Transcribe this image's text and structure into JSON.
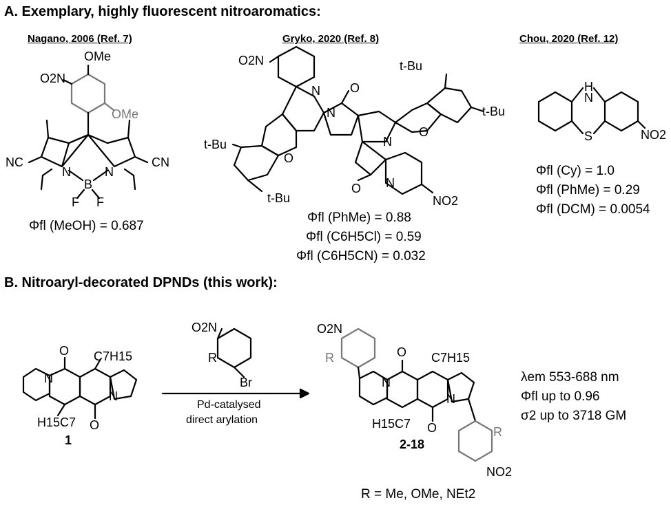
{
  "section_a": {
    "title": "A. Exemplary, highly fluorescent nitroaromatics:",
    "ref1": "Nagano, 2006 (Ref. 7)",
    "ref2": "Gryko, 2020 (Ref. 8)",
    "ref3": "Chou, 2020 (Ref. 12)",
    "c1": {
      "ome_top": "OMe",
      "no2": "O2N",
      "ome_side": "OMe",
      "nc": "NC",
      "cn": "CN",
      "n1": "N",
      "n2": "N",
      "b": "B",
      "f1": "F",
      "f2": "F",
      "phi": "Φfl (MeOH) = 0.687"
    },
    "c2": {
      "no2_top": "O2N",
      "n_top": "N",
      "n_center": "N",
      "o_top": "O",
      "tbu1": "t-Bu",
      "tbu2": "t-Bu",
      "tbu3": "t-Bu",
      "tbu4": "t-Bu",
      "o_furan1": "O",
      "o_furan2": "O",
      "o_bottom": "O",
      "n_center2": "N",
      "n_bottom": "N",
      "no2_bottom": "NO2",
      "phi1": "Φfl (PhMe) = 0.88",
      "phi2": "Φfl (C6H5Cl) = 0.59",
      "phi3": "Φfl (C6H5CN) = 0.032"
    },
    "c3": {
      "h": "H",
      "n": "N",
      "s": "S",
      "no2": "NO2",
      "phi1": "Φfl (Cy) = 1.0",
      "phi2": "Φfl (PhMe) = 0.29",
      "phi3": "Φfl (DCM) = 0.0054"
    }
  },
  "section_b": {
    "title": "B. Nitroaryl-decorated DPNDs (this work):",
    "reactant": {
      "o1": "O",
      "o2": "O",
      "n1": "N",
      "n2": "N",
      "c7h15_top": "C7H15",
      "c7h15_bottom": "H15C7",
      "label": "1"
    },
    "reagent": {
      "no2": "O2N",
      "r": "R",
      "br": "Br"
    },
    "conditions": [
      "Pd-catalysed",
      "direct arylation"
    ],
    "product": {
      "no2": "O2N",
      "r_top": "R",
      "o1": "O",
      "o2": "O",
      "n1": "N",
      "n2": "N",
      "c7h15_top": "C7H15",
      "c7h15_bottom": "H15C7",
      "r_bottom": "R",
      "no2_bottom": "NO2",
      "label": "2-18"
    },
    "r_def": "R = Me, OMe, NEt2",
    "props": [
      "λem 553-688 nm",
      "Φfl up to 0.96",
      "σ2 up to 3718 GM"
    ]
  }
}
